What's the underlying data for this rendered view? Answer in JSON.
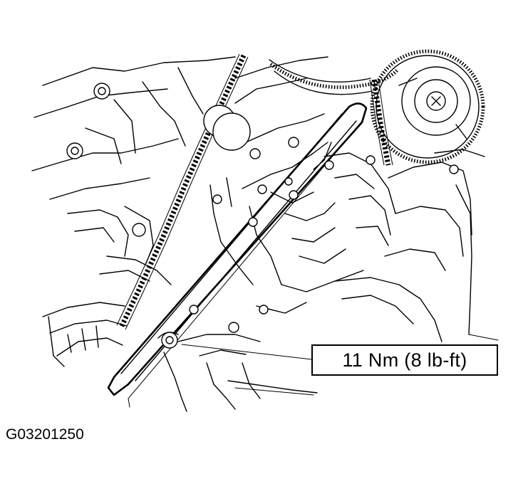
{
  "diagram": {
    "callout_label": "11 Nm (8 lb-ft)",
    "figure_id": "G03201250"
  },
  "colors": {
    "ink": "#000000",
    "paper": "#ffffff"
  },
  "icons": [
    "timing-chain",
    "chain-guide",
    "camshaft-sprocket",
    "bolt"
  ]
}
